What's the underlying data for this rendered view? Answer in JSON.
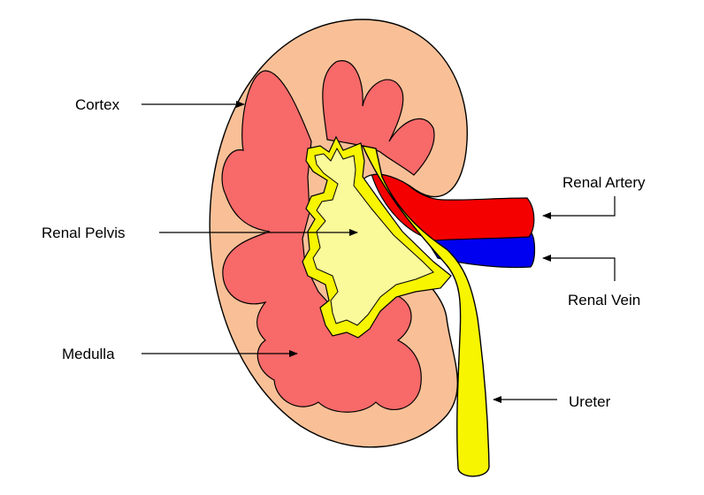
{
  "labels": {
    "cortex": "Cortex",
    "renal_pelvis": "Renal Pelvis",
    "medulla": "Medulla",
    "renal_artery": "Renal Artery",
    "renal_vein": "Renal Vein",
    "ureter": "Ureter"
  },
  "colors": {
    "cortex": "#f9c097",
    "medulla": "#f86969",
    "pelvis": "#fbfa9a",
    "ureter": "#f7f500",
    "artery": "#f50000",
    "vein": "#0000f0",
    "outline": "#000000",
    "background": "#ffffff"
  }
}
